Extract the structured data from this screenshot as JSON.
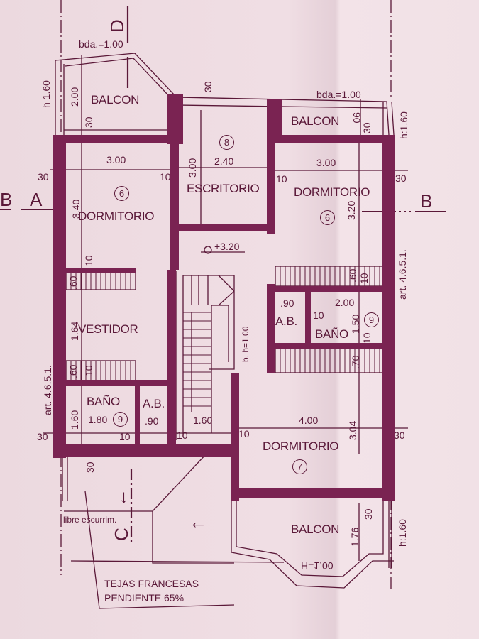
{
  "plan": {
    "colors": {
      "ink": "#5a1838",
      "wall": "#7a2352",
      "paper": "#efdde3"
    },
    "section_markers": {
      "a": "A",
      "b": "B",
      "b_left": "B",
      "c": "C",
      "d": "D"
    },
    "rooms": [
      {
        "id": "dormitorio-6-left",
        "name": "DORMITORIO",
        "number": "6",
        "width": "3.00",
        "depth": "3.40"
      },
      {
        "id": "escritorio-8",
        "name": "ESCRITORIO",
        "number": "8",
        "width": "2.40",
        "depth": "3.00"
      },
      {
        "id": "dormitorio-6-right",
        "name": "DORMITORIO",
        "number": "6",
        "width": "3.00",
        "depth": "3.20"
      },
      {
        "id": "vestidor",
        "name": "VESTIDOR",
        "depth": "1.64"
      },
      {
        "id": "bano-9-left",
        "name": "BAÑO",
        "number": "9",
        "width": "1.80",
        "depth": "1.60"
      },
      {
        "id": "ab-left",
        "name": "A.B.",
        "width": ".90"
      },
      {
        "id": "ab-right",
        "name": "A.B.",
        "width": ".90"
      },
      {
        "id": "bano-9-right",
        "name": "BAÑO",
        "number": "9",
        "width": "2.00",
        "depth": "1.50"
      },
      {
        "id": "dormitorio-7",
        "name": "DORMITORIO",
        "number": "7",
        "width": "4.00",
        "depth": "3.04"
      },
      {
        "id": "balcon-top-left",
        "name": "BALCON",
        "depth": "2.00",
        "height": "h 1.60",
        "railing": "bda.=1.00"
      },
      {
        "id": "balcon-top-right",
        "name": "BALCON",
        "depth": "90",
        "height": "h:1.60",
        "railing": "bda.=1.00"
      },
      {
        "id": "balcon-bottom",
        "name": "BALCON",
        "depth": "1.76",
        "height": "h:1.60",
        "railing": "H=1.00"
      }
    ],
    "dims": {
      "wall30": "30",
      "wall10": "10",
      "stair_width": "1.60",
      "closet60": ".60",
      "closet70": ".70",
      "level": "+3.20",
      "stair_rail": "b. h=1.00",
      "art": "art. 4.6.5.1."
    },
    "roof": {
      "drain": "libre escurrim.",
      "material": "TEJAS FRANCESAS",
      "slope": "PENDIENTE 65%"
    }
  }
}
